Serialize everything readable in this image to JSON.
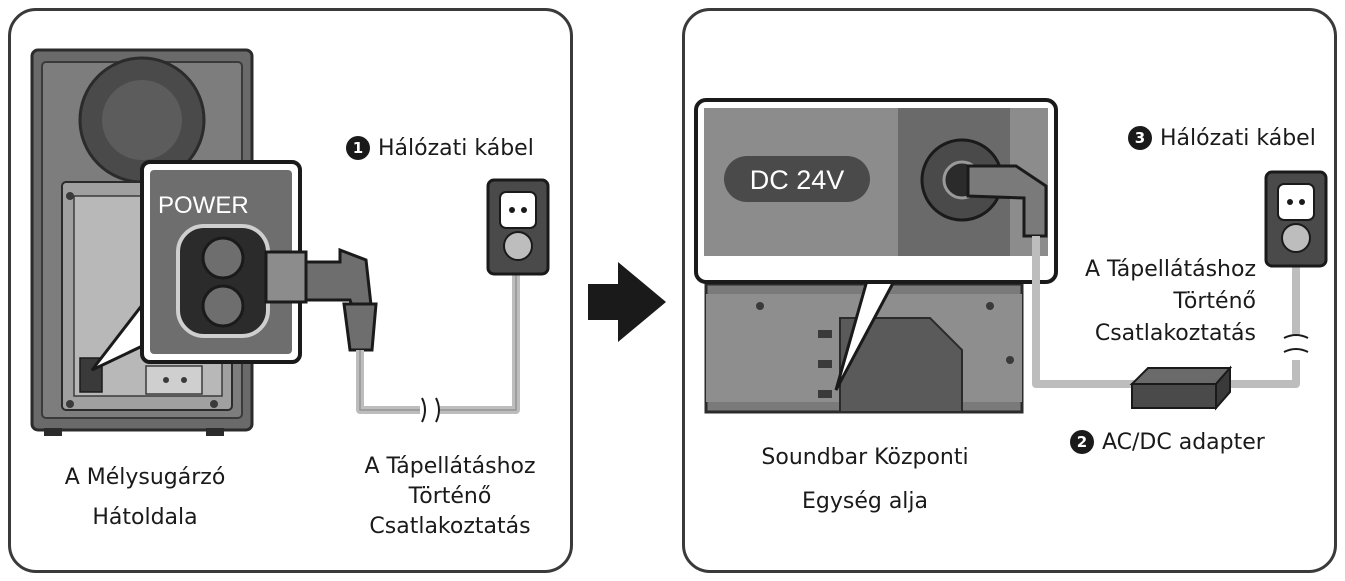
{
  "left_panel": {
    "power_label": "POWER",
    "cable_number": "1",
    "cable_label": "Hálózati kábel",
    "connection_label": [
      "A Tápellátáshoz",
      "Történő",
      "Csatlakoztatás"
    ],
    "device_label": [
      "A Mélysugárzó",
      "Hátoldala"
    ]
  },
  "right_panel": {
    "dc_label": "DC 24V",
    "cable_number": "3",
    "cable_label": "Hálózati kábel",
    "connection_label": [
      "A Tápellátáshoz",
      "Történő",
      "Csatlakoztatás"
    ],
    "adapter_number": "2",
    "adapter_label": "AC/DC adapter",
    "device_label": [
      "Soundbar Központi",
      "Egység alja"
    ]
  },
  "colors": {
    "dark_gray": "#5a5a5a",
    "mid_gray": "#8c8c8c",
    "light_gray": "#bdbdbd",
    "outline": "#2b2b2b"
  }
}
